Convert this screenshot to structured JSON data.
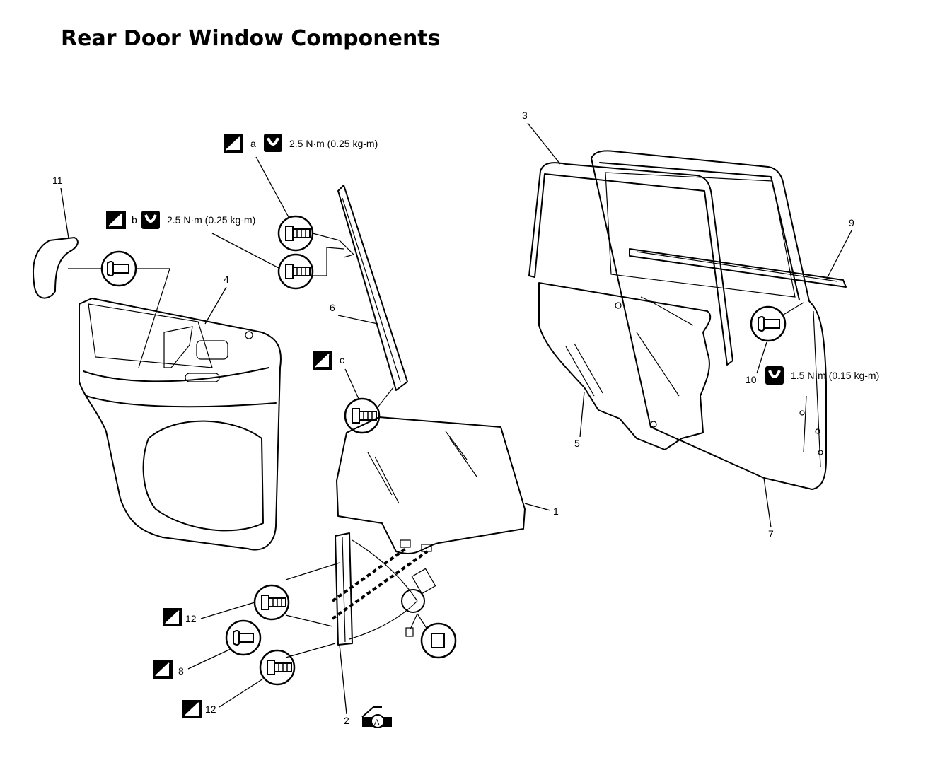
{
  "title": "Rear Door Window Components",
  "callouts": {
    "p1": "1",
    "p2": "2",
    "p3": "3",
    "p4": "4",
    "p5": "5",
    "p6": "6",
    "p7": "7",
    "p8": "8",
    "p9": "9",
    "p10": "10",
    "p11": "11",
    "p12_upper": "12",
    "p12_lower": "12"
  },
  "fastener_refs": {
    "a": "a",
    "b": "b",
    "c": "c"
  },
  "torques": {
    "a": "2.5 N·m (0.25 kg-m)",
    "b": "2.5 N·m (0.25 kg-m)",
    "ten": "1.5 N·m (0.15 kg-m)"
  },
  "grease_symbol": "A",
  "icons": {
    "replace_part": "replace-part-icon",
    "tighten_torque": "torque-icon",
    "grease": "grease-gun-icon"
  }
}
